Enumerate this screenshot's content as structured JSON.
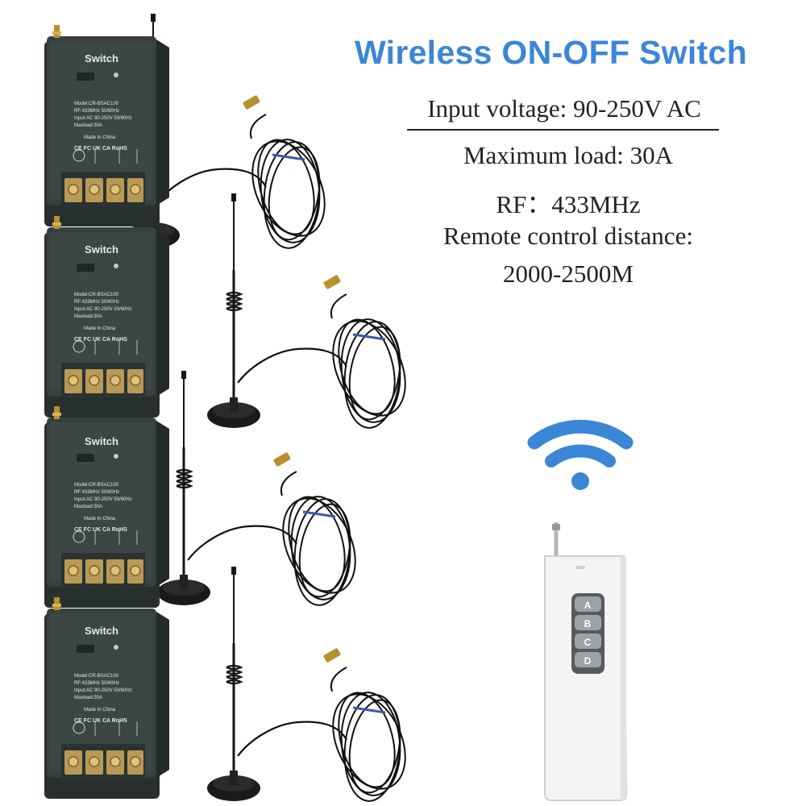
{
  "product": {
    "title": "Wireless ON-OFF Switch",
    "specs": {
      "input_voltage": "Input voltage: 90-250V AC",
      "max_load": "Maximum load: 30A",
      "rf": "RF：433MHz",
      "remote_distance_label": "Remote control distance:",
      "remote_distance_value": "2000-2500M"
    }
  },
  "modules": [
    {
      "label": "Switch",
      "model": "Model:CR-BSAC100",
      "rf": "RF:433MHz 50/60Hz",
      "input": "Input:AC 90-250V 50/60Hz",
      "maxload": "Maxload:30A",
      "made_in": "Made In China",
      "certs": "CE FC UK CA RoHS"
    },
    {
      "label": "Switch",
      "model": "Model:CR-BSAC100",
      "rf": "RF:433MHz 50/60Hz",
      "input": "Input:AC 90-250V 50/60Hz",
      "maxload": "Maxload:30A",
      "made_in": "Made In China",
      "certs": "CE FC UK CA RoHS"
    },
    {
      "label": "Switch",
      "model": "Model:CR-BSAC100",
      "rf": "RF:433MHz 50/60Hz",
      "input": "Input:AC 90-250V 50/60Hz",
      "maxload": "Maxload:30A",
      "made_in": "Made In China",
      "certs": "CE FC UK CA RoHS"
    },
    {
      "label": "Switch",
      "model": "Model:CR-BSAC100",
      "rf": "RF:433MHz 50/60Hz",
      "input": "Input:AC 90-250V 50/60Hz",
      "maxload": "Maxload:30A",
      "made_in": "Made In China",
      "certs": "CE FC UK CA RoHS"
    }
  ],
  "remote": {
    "buttons": [
      "A",
      "B",
      "C",
      "D"
    ]
  },
  "icons": {
    "signal": "wifi-signal-icon"
  },
  "colors": {
    "title": "#3b86d6",
    "wifi": "#3b86d6",
    "module_body": "#2f3a3a",
    "remote_body": "#f4f4f4"
  }
}
